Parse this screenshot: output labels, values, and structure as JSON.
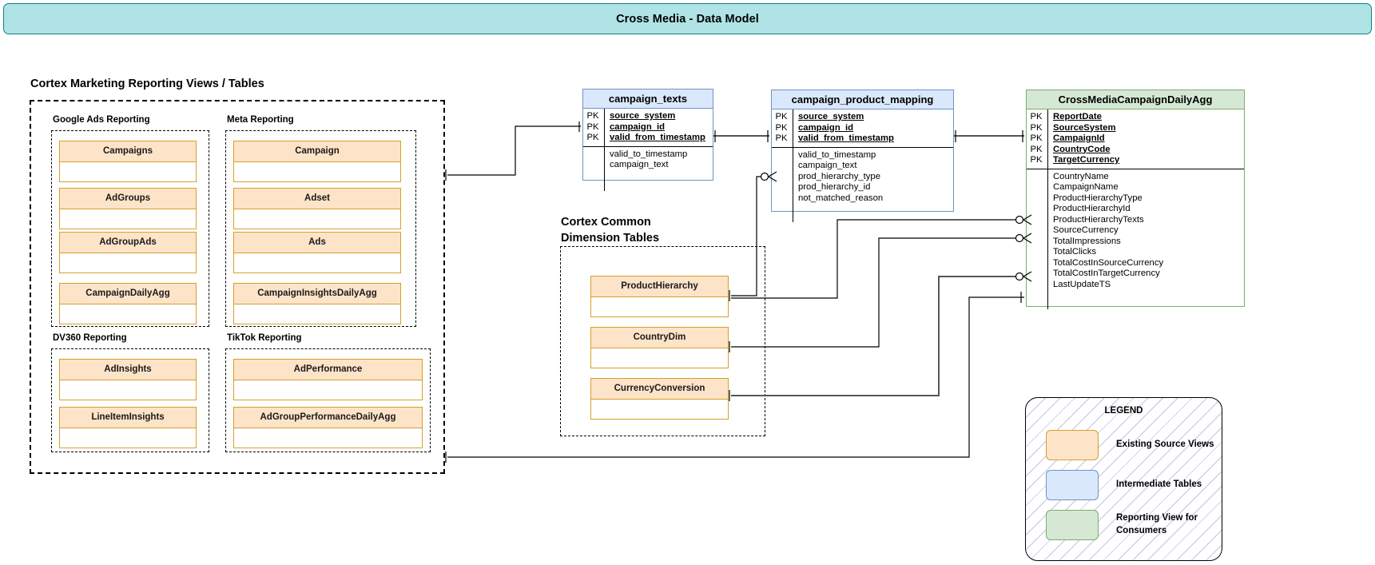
{
  "header": {
    "title": "Cross Media - Data Model"
  },
  "sections": {
    "reporting_views_heading": "Cortex Marketing Reporting Views / Tables",
    "common_dimensions_heading": "Cortex Common\nDimension Tables"
  },
  "source_groups": [
    {
      "label": "Google Ads Reporting",
      "entities": [
        "Campaigns",
        "AdGroups",
        "AdGroupAds",
        "CampaignDailyAgg"
      ]
    },
    {
      "label": "Meta Reporting",
      "entities": [
        "Campaign",
        "Adset",
        "Ads",
        "CampaignInsightsDailyAgg"
      ]
    },
    {
      "label": "DV360 Reporting",
      "entities": [
        "AdInsights",
        "LineItemInsights"
      ]
    },
    {
      "label": "TikTok Reporting",
      "entities": [
        "AdPerformance",
        "AdGroupPerformanceDailyAgg"
      ]
    }
  ],
  "dimension_tables": [
    "ProductHierarchy",
    "CountryDim",
    "CurrencyConversion"
  ],
  "er_tables": [
    {
      "name": "campaign_texts",
      "kind": "intermediate",
      "keys": [
        {
          "key": "PK",
          "field": "source_system"
        },
        {
          "key": "PK",
          "field": "campaign_id"
        },
        {
          "key": "PK",
          "field": "valid_from_timestamp"
        }
      ],
      "attributes": [
        "valid_to_timestamp",
        "campaign_text"
      ]
    },
    {
      "name": "campaign_product_mapping",
      "kind": "intermediate",
      "keys": [
        {
          "key": "PK",
          "field": "source_system"
        },
        {
          "key": "PK",
          "field": "campaign_id"
        },
        {
          "key": "PK",
          "field": "valid_from_timestamp"
        }
      ],
      "attributes": [
        "valid_to_timestamp",
        "campaign_text",
        "prod_hierarchy_type",
        "prod_hierarchy_id",
        "not_matched_reason"
      ]
    },
    {
      "name": "CrossMediaCampaignDailyAgg",
      "kind": "reporting",
      "keys": [
        {
          "key": "PK",
          "field": "ReportDate"
        },
        {
          "key": "PK",
          "field": "SourceSystem"
        },
        {
          "key": "PK",
          "field": "CampaignId"
        },
        {
          "key": "PK",
          "field": "CountryCode"
        },
        {
          "key": "PK",
          "field": "TargetCurrency"
        }
      ],
      "attributes": [
        "CountryName",
        "CampaignName",
        "ProductHierarchyType",
        "ProductHierarchyId",
        "ProductHierarchyTexts",
        "SourceCurrency",
        "TotalImpressions",
        "TotalClicks",
        "TotalCostInSourceCurrency",
        "TotalCostInTargetCurrency",
        "LastUpdateTS"
      ]
    }
  ],
  "legend": {
    "title": "LEGEND",
    "items": [
      {
        "swatch": "orange",
        "label": "Existing Source Views"
      },
      {
        "swatch": "blue",
        "label": "Intermediate Tables"
      },
      {
        "swatch": "green",
        "label": "Reporting View for\nConsumers"
      }
    ]
  },
  "colors": {
    "banner_fill": "#b0e3e6",
    "banner_stroke": "#0e8088",
    "source_fill": "#fde3c8",
    "source_stroke": "#d6a12a",
    "intermediate_fill": "#dae8fc",
    "intermediate_stroke": "#7391c4",
    "reporting_fill": "#d5e8d4",
    "reporting_stroke": "#7faa6d"
  }
}
